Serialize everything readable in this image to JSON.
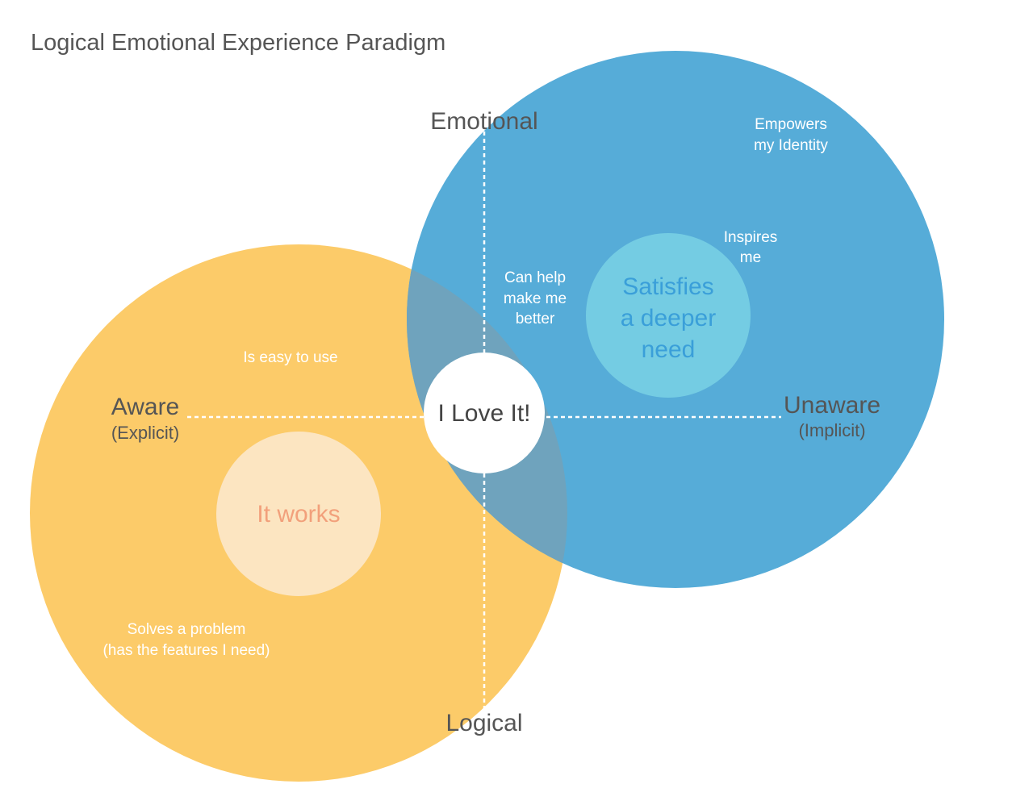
{
  "title": "Logical Emotional Experience Paradigm",
  "colors": {
    "logical_circle": "#fccb69",
    "emotional_circle": "#56acd8",
    "overlap": "#6fa3bd",
    "it_works_core": "#fce5c1",
    "deeper_need_core": "#74cce3",
    "center": "#ffffff",
    "axis_line": "#ffffff"
  },
  "axes": {
    "top": "Emotional",
    "bottom": "Logical",
    "left": {
      "label": "Aware",
      "sub": "(Explicit)"
    },
    "right": {
      "label": "Unaware",
      "sub": "(Implicit)"
    }
  },
  "center_label": "I Love It!",
  "logical_core": "It works",
  "emotional_core": [
    "Satisfies",
    "a deeper",
    "need"
  ],
  "notes": {
    "empowers": [
      "Empowers",
      "my Identity"
    ],
    "inspires": [
      "Inspires",
      "me"
    ],
    "can_help": [
      "Can help",
      "make me",
      "better"
    ],
    "easy": "Is easy to use",
    "solves": [
      "Solves a problem",
      "(has the features I need)"
    ]
  }
}
